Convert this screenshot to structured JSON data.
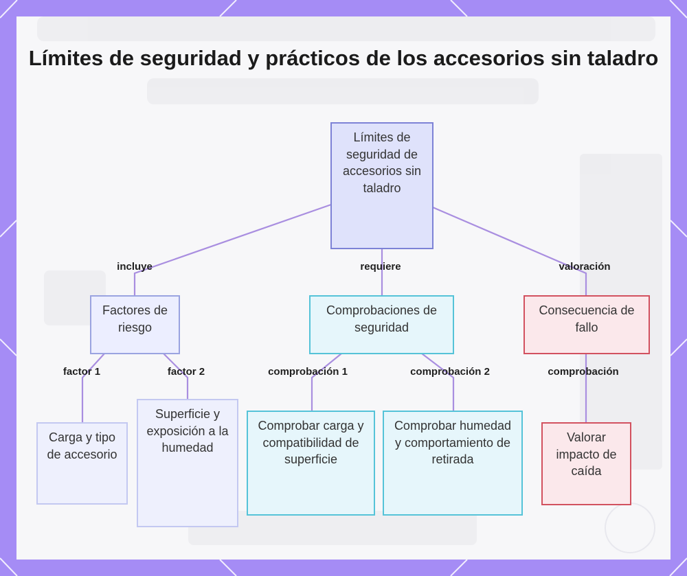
{
  "title": "Límites de seguridad y prácticos de los accesorios sin taladro",
  "colors": {
    "background": "#a58cf5",
    "panel": "#f7f7f9",
    "connector": "#a98ee0",
    "root_fill": "#dfe2fb",
    "check_border": "#55c3d8",
    "consequence_border": "#d2515f"
  },
  "nodes": {
    "root": "Límites de seguridad de accesorios sin taladro",
    "risk_factors": "Factores de riesgo",
    "safety_checks": "Comprobaciones de seguridad",
    "failure_consequence": "Consecuencia de fallo",
    "load_type": "Carga y tipo de accesorio",
    "surface_humidity": "Superficie y exposición a la humedad",
    "check_load": "Comprobar carga y compatibilidad de superficie",
    "check_humidity": "Comprobar humedad y comportamiento de retirada",
    "fall_impact": "Valorar impacto de caída"
  },
  "edge_labels": {
    "includes": "incluye",
    "requires": "requiere",
    "assessment": "valoración",
    "factor1": "factor 1",
    "factor2": "factor 2",
    "check1": "comprobación 1",
    "check2": "comprobación 2",
    "check": "comprobación"
  }
}
